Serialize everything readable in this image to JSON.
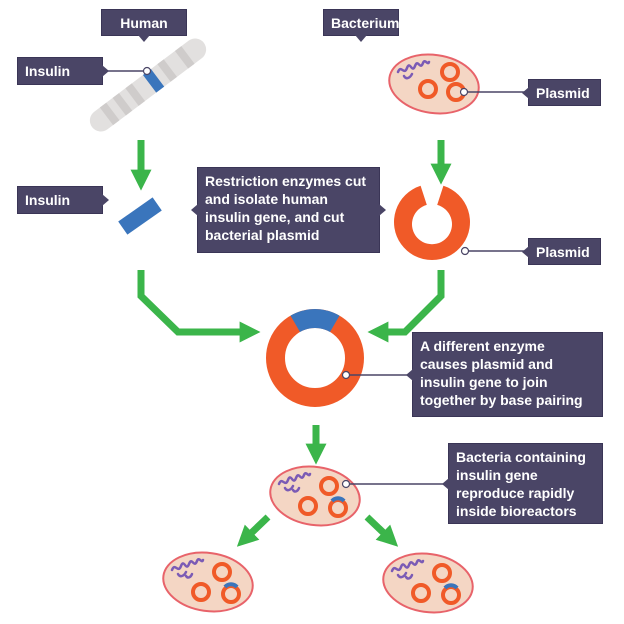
{
  "labels": {
    "human_dna": "Human DNA",
    "bacterium": "Bacterium",
    "insulin_gene_1": "Insulin gene",
    "plasmid_1": "Plasmid",
    "insulin_gene_2": "Insulin gene",
    "restriction": "Restriction enzymes cut and isolate human insulin gene, and cut bacterial plasmid",
    "plasmid_2": "Plasmid",
    "different_enzyme": "A different enzyme causes plasmid and insulin gene to join together by base pairing",
    "bacteria_containing": "Bacteria containing insulin gene reproduce rapidly inside bioreactors"
  },
  "colors": {
    "label_bg": "#4a4566",
    "arrow": "#3bb54a",
    "plasmid": "#f05a28",
    "gene": "#3a75bc",
    "bacterium_fill": "#f4d6c4",
    "bacterium_outline": "#e8636a",
    "bacterial_dna": "#7b5bb5",
    "chromosome": "#e2e0df"
  }
}
